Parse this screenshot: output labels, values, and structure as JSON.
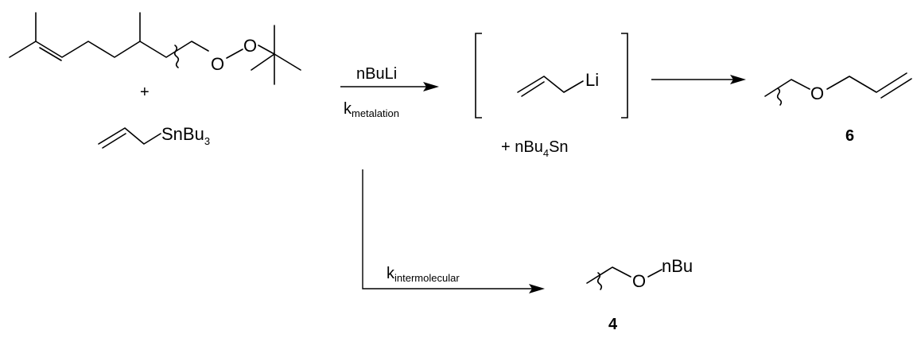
{
  "reactants": {
    "plus": "+",
    "atom_O": "O",
    "allyl_tin": {
      "atom": "SnBu",
      "subscript": "3"
    }
  },
  "step1": {
    "reagent": "nBuLi",
    "rate_k": "k",
    "rate_sub": "metalation"
  },
  "intermediate": {
    "atom": "Li",
    "byproduct_prefix": "+  nBu",
    "byproduct_subscript": "4",
    "byproduct_suffix": "Sn"
  },
  "product6": {
    "atom_O": "O",
    "label": "6"
  },
  "step2": {
    "rate_k": "k",
    "rate_sub": "intermolecular"
  },
  "product4": {
    "atom_O": "O",
    "atom_nBu": "nBu",
    "label": "4"
  }
}
